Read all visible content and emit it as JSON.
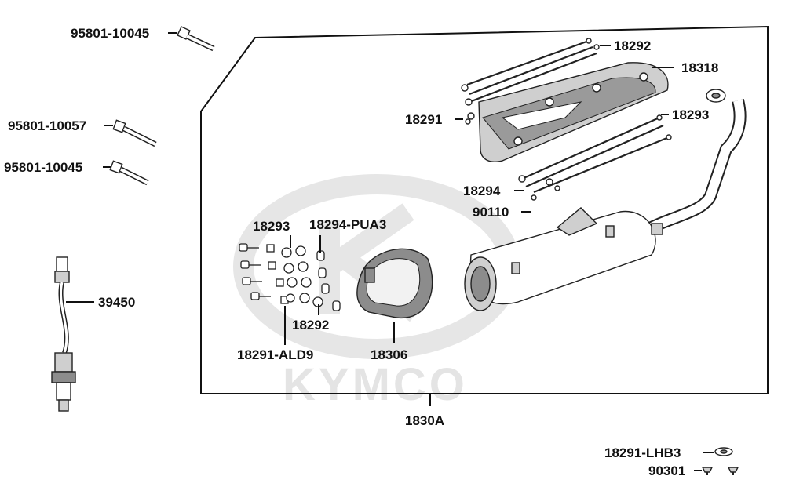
{
  "watermark": {
    "brand_text": "KYMCO"
  },
  "labels": {
    "bolt_top": "95801-10045",
    "bolt_mid": "95801-10057",
    "bolt_low": "95801-10045",
    "sensor": "39450",
    "cover_screw_top": "18292",
    "heat_shield": "18318",
    "cover_clip_left": "18291",
    "cover_screw_right": "18293",
    "cover_gasket": "18294",
    "screw_90110": "90110",
    "kit_18293": "18293",
    "kit_18294": "18294-PUA3",
    "kit_18292": "18292",
    "kit_18291": "18291-ALD9",
    "end_cap": "18306",
    "muffler_assembly": "1830A",
    "washer_kit": "18291-LHB3",
    "screw_90301": "90301"
  },
  "colors": {
    "line": "#111111",
    "watermark": "#e4e4e4",
    "background": "#ffffff"
  }
}
